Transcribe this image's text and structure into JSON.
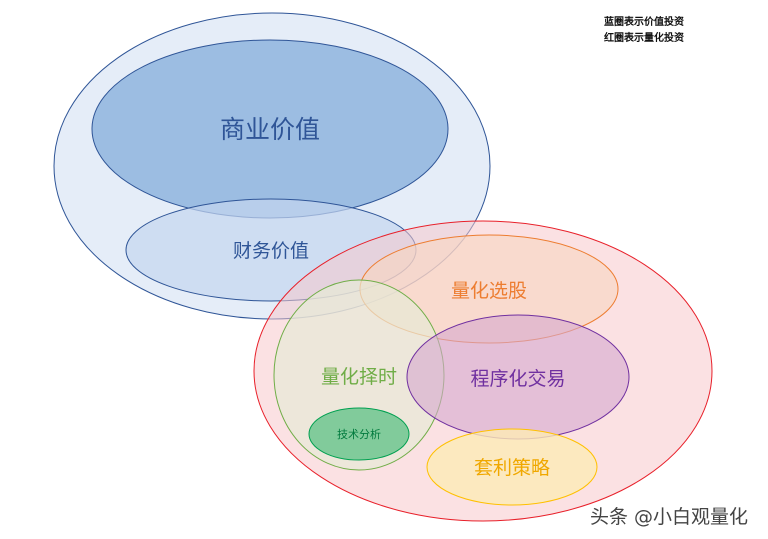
{
  "legend": {
    "blue_note": "蓝圈表示价值投资",
    "red_note": "红圈表示量化投资"
  },
  "circles": {
    "business_value": "商业价值",
    "financial_value": "财务价值",
    "quant_stock_selection": "量化选股",
    "quant_timing": "量化择时",
    "program_trading": "程序化交易",
    "technical_analysis": "技术分析",
    "arbitrage_strategy": "套利策略"
  },
  "watermark": "头条 @小白观量化",
  "colors": {
    "value_blue": "#2F5597",
    "quant_red": "#E8202A",
    "selection_orange": "#ED7D31",
    "timing_green": "#70AD47",
    "trading_purple": "#7030A0",
    "ta_green": "#00A050",
    "arbitrage_yellow": "#FFC000"
  }
}
